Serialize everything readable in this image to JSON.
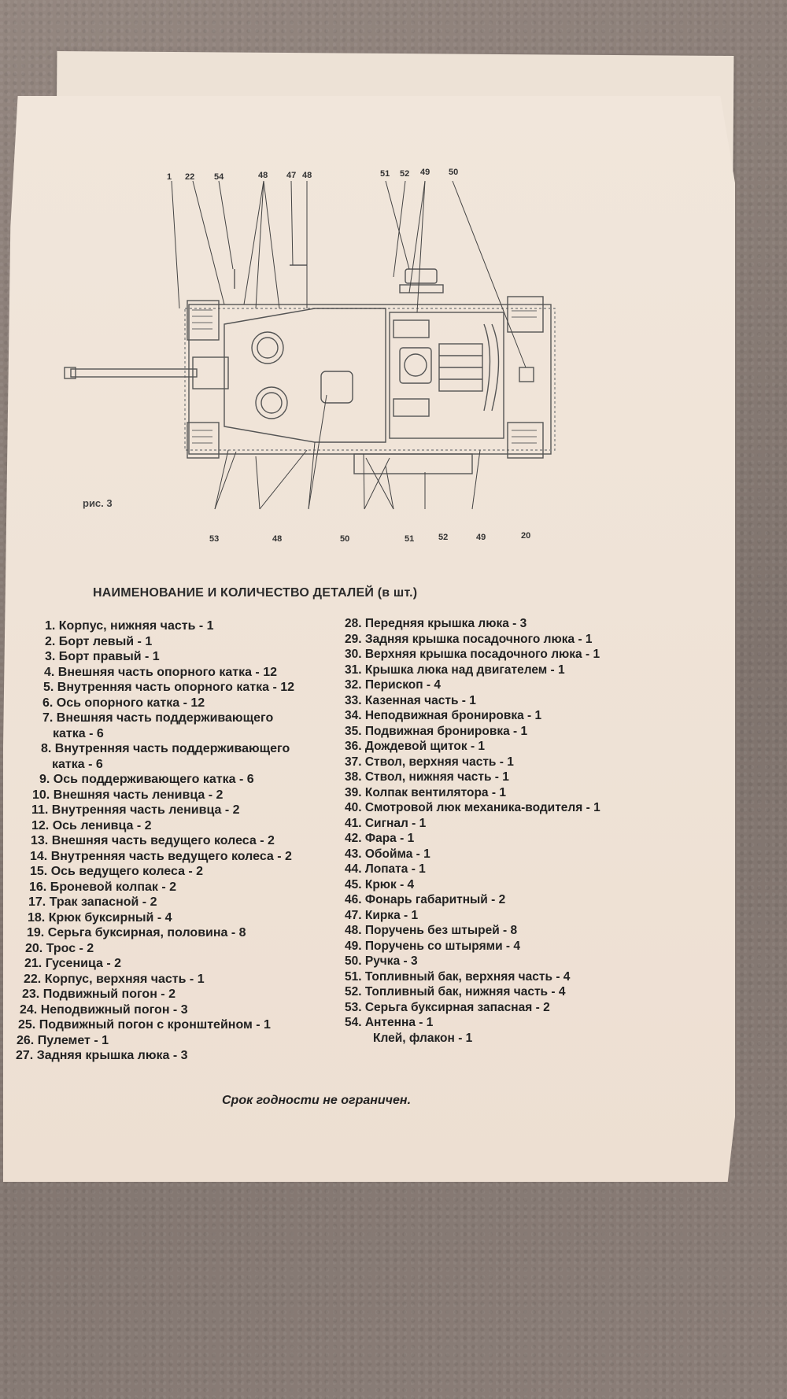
{
  "figure": {
    "caption": "рис. 3",
    "top_callouts": [
      "1",
      "22",
      "54",
      "48",
      "47",
      "48",
      "51",
      "52",
      "49",
      "50"
    ],
    "bottom_callouts": [
      "53",
      "48",
      "50",
      "51",
      "52",
      "49",
      "20"
    ]
  },
  "heading": "НАИМЕНОВАНИЕ И КОЛИЧЕСТВО ДЕТАЛЕЙ (в шт.)",
  "parts_left": [
    "1. Корпус, нижняя часть - 1",
    "2. Борт левый - 1",
    "3. Борт правый - 1",
    "4. Внешняя часть опорного катка - 12",
    "5. Внутренняя часть опорного катка - 12",
    "6. Ось опорного катка - 12",
    "7. Внешняя часть поддерживающего",
    "катка - 6",
    "8. Внутренняя часть поддерживающего",
    "катка - 6",
    "9. Ось поддерживающего катка - 6",
    "10. Внешняя часть ленивца - 2",
    "11. Внутренняя часть ленивца - 2",
    "12. Ось ленивца - 2",
    "13. Внешняя часть ведущего колеса - 2",
    "14. Внутренняя часть ведущего колеса - 2",
    "15. Ось ведущего колеса - 2",
    "16. Броневой колпак - 2",
    "17. Трак запасной - 2",
    "18. Крюк буксирный - 4",
    "19. Серьга буксирная, половина - 8",
    "20. Трос - 2",
    "21. Гусеница - 2",
    "22. Корпус, верхняя часть - 1",
    "23. Подвижный погон - 2",
    "24. Неподвижный погон - 3",
    "25. Подвижный погон с кронштейном - 1",
    "26. Пулемет - 1",
    "27. Задняя крышка люка - 3"
  ],
  "parts_right": [
    "28. Передняя крышка люка - 3",
    "29. Задняя крышка посадочного люка - 1",
    "30. Верхняя крышка посадочного люка - 1",
    "31. Крышка люка над двигателем - 1",
    "32. Перископ - 4",
    "33. Казенная часть - 1",
    "34. Неподвижная бронировка - 1",
    "35. Подвижная бронировка - 1",
    "36. Дождевой щиток - 1",
    "37. Ствол, верхняя часть - 1",
    "38. Ствол, нижняя часть - 1",
    "39. Колпак вентилятора - 1",
    "40. Смотровой люк механика-водителя - 1",
    "41. Сигнал - 1",
    "42. Фара - 1",
    "43. Обойма - 1",
    "44. Лопата - 1",
    "45. Крюк - 4",
    "46. Фонарь габаритный - 2",
    "47. Кирка - 1",
    "48. Поручень без штырей - 8",
    "49. Поручень со штырями - 4",
    "50. Ручка - 3",
    "51. Топливный бак, верхняя часть - 4",
    "52. Топливный бак, нижняя часть - 4",
    "53. Серьга буксирная запасная - 2",
    "54. Антенна - 1",
    "Клей, флакон - 1"
  ],
  "footer": "Срок годности не ограничен."
}
